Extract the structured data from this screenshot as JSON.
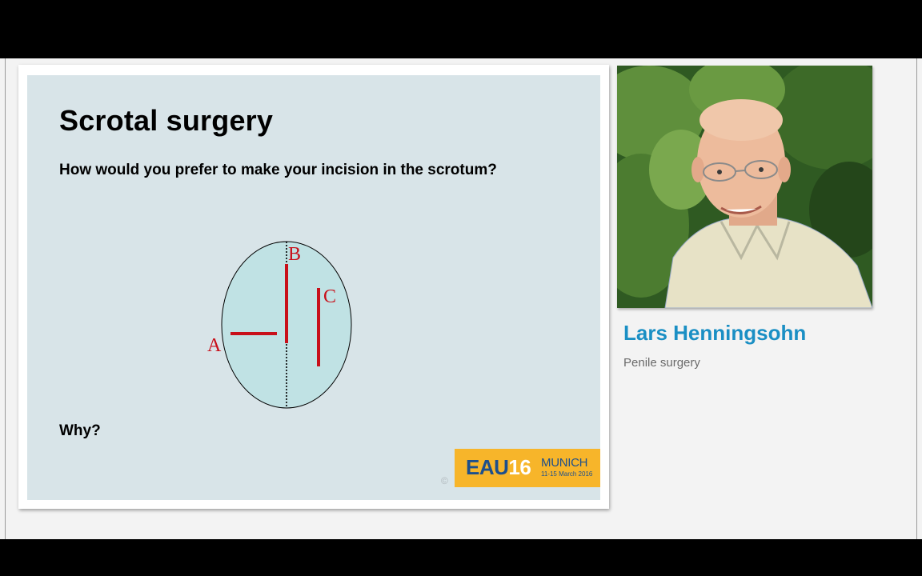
{
  "slide": {
    "title": "Scrotal surgery",
    "question": "How would you prefer to make your incision in the scrotum?",
    "why": "Why?",
    "copyright": "©",
    "diagram": {
      "labels": {
        "a": "A",
        "b": "B",
        "c": "C"
      },
      "fill_color": "#c0e2e4",
      "incision_color": "#c8101a"
    },
    "logo": {
      "eau": "EAU",
      "year": "16",
      "city": "MUNICH",
      "dates": "11-15 March 2016",
      "background": "#f7b52a"
    }
  },
  "speaker": {
    "name": "Lars Henningsohn",
    "topic": "Penile surgery",
    "name_color": "#1a8fc4"
  }
}
